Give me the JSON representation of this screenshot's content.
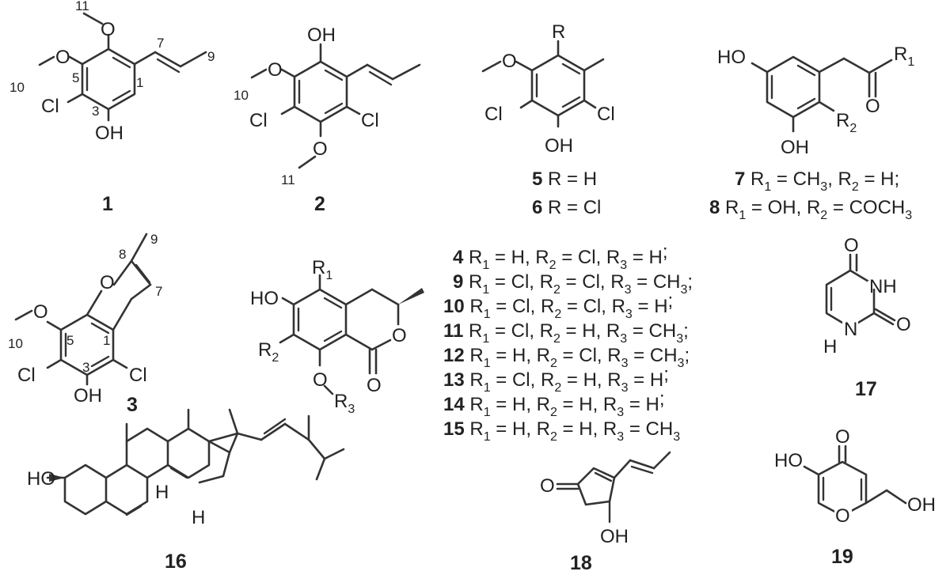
{
  "atoms": {
    "OH": "OH",
    "O": "O",
    "Cl": "Cl",
    "HO": "HO",
    "H": "H",
    "NH": "NH",
    "N": "N",
    "R": "R"
  },
  "positions": {
    "p11": "11",
    "p10": "10",
    "p5": "5",
    "p7": "7",
    "p9": "9",
    "p1": "1",
    "p3": "3",
    "p8": "8"
  },
  "compound_numbers": {
    "c1": "1",
    "c2": "2",
    "c3": "3",
    "c16": "16",
    "c17": "17",
    "c18": "18",
    "c19": "19"
  },
  "defs_5_6": [
    {
      "num": "5",
      "text": " R = H"
    },
    {
      "num": "6",
      "text": " R = Cl"
    }
  ],
  "defs_7_8": [
    {
      "num": "7",
      "r1": "CH",
      "r1sub": "3",
      "r2": "H",
      "end": ";"
    },
    {
      "num": "8",
      "r1": "OH",
      "r1sub": "",
      "r2": "COCH",
      "r2sub": "3"
    }
  ],
  "series": [
    {
      "num": "4",
      "r1": "H",
      "r2": "Cl",
      "r3": "H",
      "r3sub": "",
      "end": ";"
    },
    {
      "num": "9",
      "r1": "Cl",
      "r2": "Cl",
      "r3": "CH",
      "r3sub": "3",
      "end": ";"
    },
    {
      "num": "10",
      "r1": "Cl",
      "r2": "Cl",
      "r3": "H",
      "r3sub": "",
      "end": ";"
    },
    {
      "num": "11",
      "r1": "Cl",
      "r2": "H",
      "r3": "CH",
      "r3sub": "3",
      "end": ";"
    },
    {
      "num": "12",
      "r1": "H",
      "r2": "Cl",
      "r3": "CH",
      "r3sub": "3",
      "end": ";"
    },
    {
      "num": "13",
      "r1": "Cl",
      "r2": "H",
      "r3": "H",
      "r3sub": "",
      "end": ";"
    },
    {
      "num": "14",
      "r1": "H",
      "r2": "H",
      "r3": "H",
      "r3sub": "",
      "end": ";"
    },
    {
      "num": "15",
      "r1": "H",
      "r2": "H",
      "r3": "CH",
      "r3sub": "3",
      "end": ""
    }
  ],
  "r_labels": {
    "R": "R",
    "sub1": "1",
    "sub2": "2",
    "sub3": "3"
  },
  "colors": {
    "ink": "#333333",
    "background": "#ffffff"
  }
}
